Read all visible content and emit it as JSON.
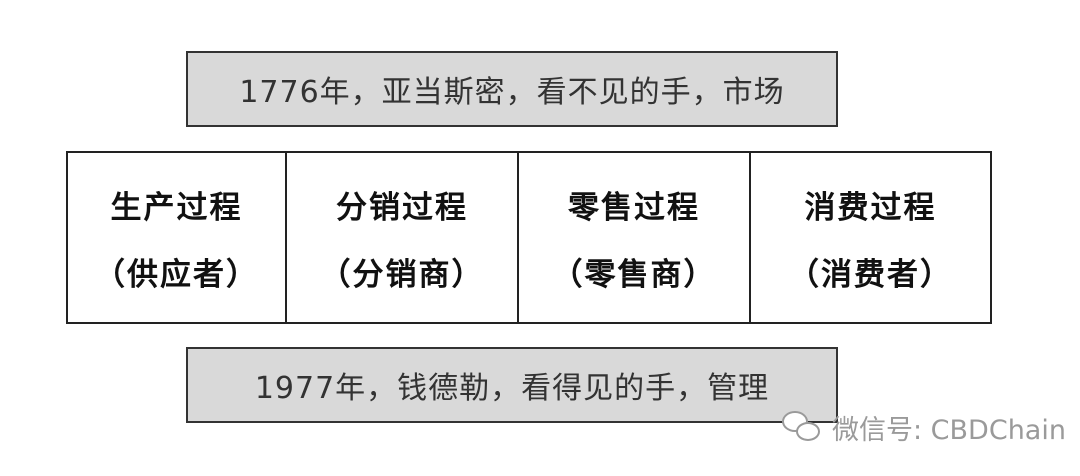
{
  "top_banner": {
    "text": "1776年，亚当斯密，看不见的手，市场"
  },
  "stages": [
    {
      "title": "生产过程",
      "role": "（供应者）"
    },
    {
      "title": "分销过程",
      "role": "（分销商）"
    },
    {
      "title": "零售过程",
      "role": "（零售商）"
    },
    {
      "title": "消费过程",
      "role": "（消费者）"
    }
  ],
  "bottom_banner": {
    "text": "1977年，钱德勒，看得见的手，管理"
  },
  "watermark": {
    "icon": "wechat-icon",
    "text": "微信号: CBDChain"
  },
  "colors": {
    "banner_fill": "#d9d9d9",
    "border": "#333333",
    "watermark": "#9a9a9a"
  }
}
